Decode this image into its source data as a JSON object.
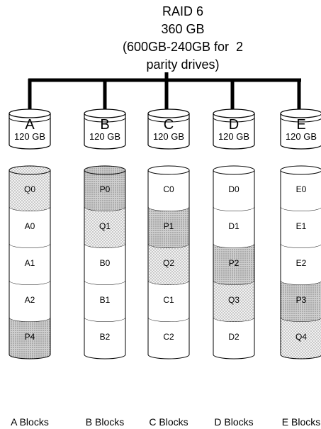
{
  "title": {
    "lines": [
      "RAID 6",
      "360 GB",
      "(600GB-240GB for  2",
      "parity drives)"
    ]
  },
  "colors": {
    "line": "#000000",
    "fill": "#ffffff",
    "parity_p": "#c8c8c8",
    "parity_q": "#f2f2f2",
    "dot": "#666666"
  },
  "disks": [
    {
      "letter": "A",
      "capacity": "120 GB"
    },
    {
      "letter": "B",
      "capacity": "120 GB"
    },
    {
      "letter": "C",
      "capacity": "120 GB"
    },
    {
      "letter": "D",
      "capacity": "120 GB"
    },
    {
      "letter": "E",
      "capacity": "120 GB"
    }
  ],
  "columns": [
    {
      "label": "A Blocks",
      "blocks": [
        {
          "text": "Q0",
          "kind": "q"
        },
        {
          "text": "A0",
          "kind": "data"
        },
        {
          "text": "A1",
          "kind": "data"
        },
        {
          "text": "A2",
          "kind": "data"
        },
        {
          "text": "P4",
          "kind": "p"
        }
      ]
    },
    {
      "label": "B Blocks",
      "blocks": [
        {
          "text": "P0",
          "kind": "p"
        },
        {
          "text": "Q1",
          "kind": "q"
        },
        {
          "text": "B0",
          "kind": "data"
        },
        {
          "text": "B1",
          "kind": "data"
        },
        {
          "text": "B2",
          "kind": "data"
        }
      ]
    },
    {
      "label": "C Blocks",
      "blocks": [
        {
          "text": "C0",
          "kind": "data"
        },
        {
          "text": "P1",
          "kind": "p"
        },
        {
          "text": "Q2",
          "kind": "q"
        },
        {
          "text": "C1",
          "kind": "data"
        },
        {
          "text": "C2",
          "kind": "data"
        }
      ]
    },
    {
      "label": "D Blocks",
      "blocks": [
        {
          "text": "D0",
          "kind": "data"
        },
        {
          "text": "D1",
          "kind": "data"
        },
        {
          "text": "P2",
          "kind": "p"
        },
        {
          "text": "Q3",
          "kind": "q"
        },
        {
          "text": "D2",
          "kind": "data"
        }
      ]
    },
    {
      "label": "E Blocks",
      "blocks": [
        {
          "text": "E0",
          "kind": "data"
        },
        {
          "text": "E1",
          "kind": "data"
        },
        {
          "text": "E2",
          "kind": "data"
        },
        {
          "text": "P3",
          "kind": "p"
        },
        {
          "text": "Q4",
          "kind": "q"
        }
      ]
    }
  ]
}
